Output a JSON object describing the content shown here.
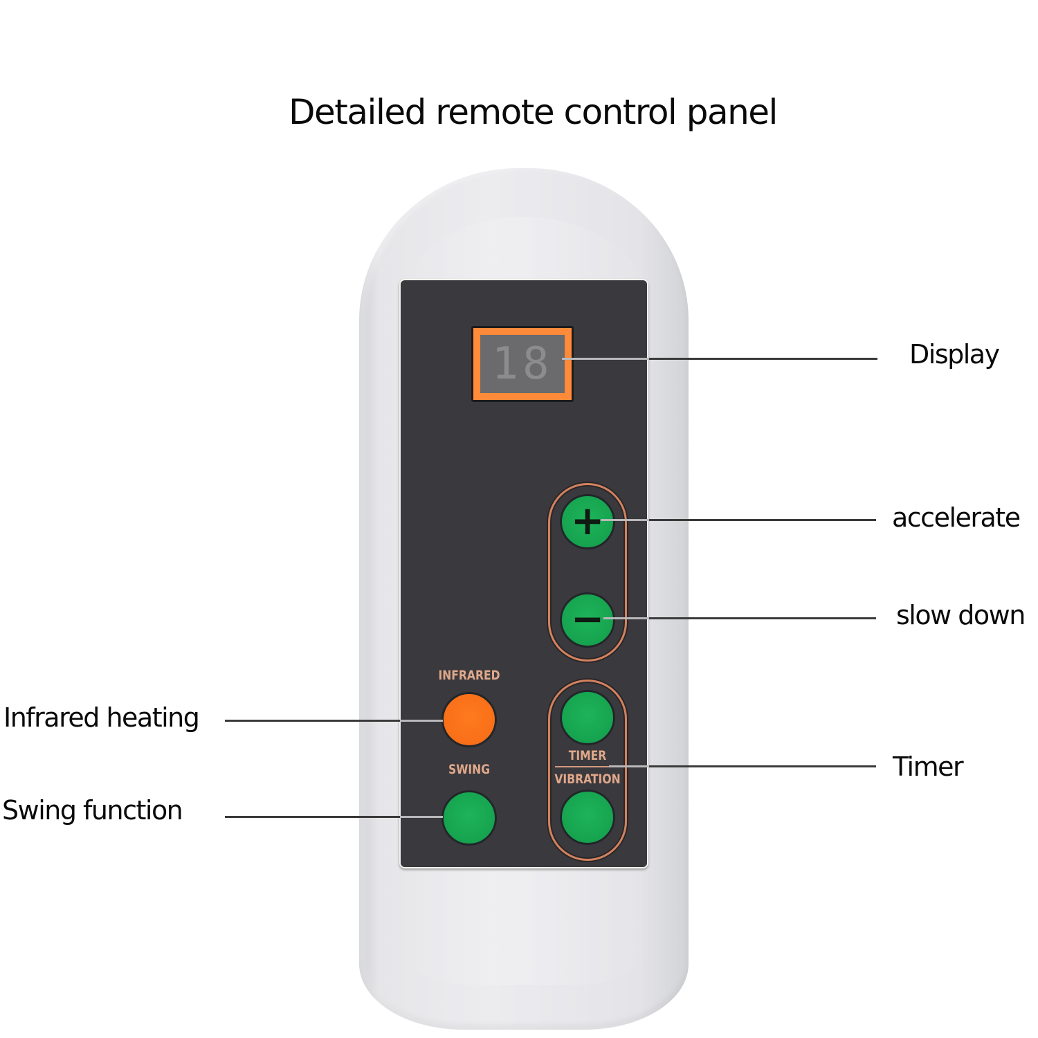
{
  "title": "Detailed remote control panel",
  "display": {
    "reading": "18",
    "frame_color": "#ff8a3a",
    "screen_color": "#6b6b6e"
  },
  "panel": {
    "background": "#3a393e",
    "labels": {
      "infrared": "INFRARED",
      "swing": "SWING",
      "timer": "TIMER",
      "vibration": "VIBRATION"
    }
  },
  "buttons": {
    "plus": {
      "glyph": "+",
      "icon": "plus-icon",
      "color": "#16a34f"
    },
    "minus": {
      "glyph": "−",
      "icon": "minus-icon",
      "color": "#16a34f"
    },
    "timer": {
      "color": "#16a34f"
    },
    "vibration": {
      "color": "#16a34f"
    },
    "infrared": {
      "color": "#f86f17"
    },
    "swing": {
      "color": "#16a34f"
    }
  },
  "callouts": {
    "display": "Display",
    "accelerate": "accelerate",
    "slow_down": "slow down",
    "timer": "Timer",
    "infrared_heating": "Infrared heating",
    "swing_function": "Swing function"
  },
  "colors": {
    "accent_outline": "#d2825e",
    "label_text": "#e0a88a",
    "body": "#e8e8eb"
  }
}
